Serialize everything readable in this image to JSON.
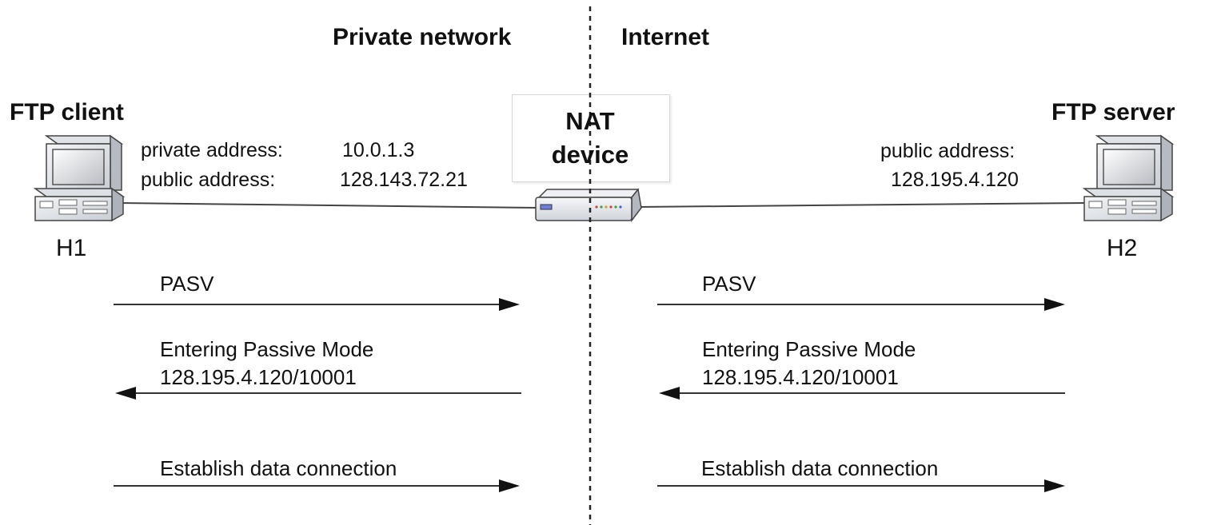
{
  "zones": {
    "left": "Private network",
    "right": "Internet"
  },
  "client": {
    "role": "FTP client",
    "id": "H1",
    "private_label": "private address:",
    "private_value": "10.0.1.3",
    "public_label": "public address:",
    "public_value": "128.143.72.21"
  },
  "server": {
    "role": "FTP server",
    "id": "H2",
    "public_label": "public address:",
    "public_value": "128.195.4.120"
  },
  "nat": {
    "line1": "NAT",
    "line2": "device"
  },
  "left_messages": {
    "m1": "PASV",
    "m2_line1": "Entering Passive Mode",
    "m2_line2": "128.195.4.120/10001",
    "m3": "Establish data connection"
  },
  "right_messages": {
    "m1": "PASV",
    "m2_line1": "Entering Passive Mode",
    "m2_line2": "128.195.4.120/10001",
    "m3": "Establish data connection"
  },
  "icons": {
    "client": "desktop-computer-icon",
    "server": "desktop-computer-icon",
    "nat": "network-router-icon"
  },
  "colors": {
    "line": "#333333",
    "divider": "#222222",
    "device_fill": "#e9ecf0"
  }
}
